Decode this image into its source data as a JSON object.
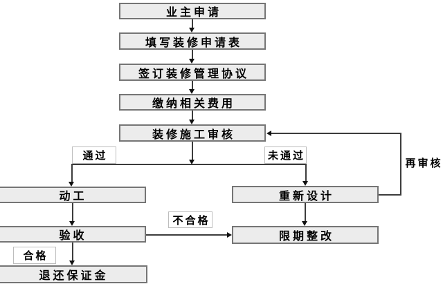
{
  "flowchart": {
    "nodes": {
      "owner_application": {
        "label": "业主申请"
      },
      "fill_form": {
        "label": "填写装修申请表"
      },
      "sign_agreement": {
        "label": "签订装修管理协议"
      },
      "pay_fees": {
        "label": "缴纳相关费用"
      },
      "construction_review": {
        "label": "装修施工审核"
      },
      "start_work": {
        "label": "动工"
      },
      "redesign": {
        "label": "重新设计"
      },
      "acceptance": {
        "label": "验收"
      },
      "rectification": {
        "label": "限期整改"
      },
      "refund_deposit": {
        "label": "退还保证金"
      }
    },
    "edge_labels": {
      "pass": "通过",
      "fail": "未通过",
      "re_review": "再审核",
      "unqualified": "不合格",
      "qualified": "合格"
    },
    "colors": {
      "node_fill": "#ececec",
      "node_border": "#757575",
      "line": "#3c3c3c",
      "arrowhead": "#111111",
      "label_border": "#bdbdbd",
      "text": "#000000",
      "background": "#ffffff"
    }
  }
}
